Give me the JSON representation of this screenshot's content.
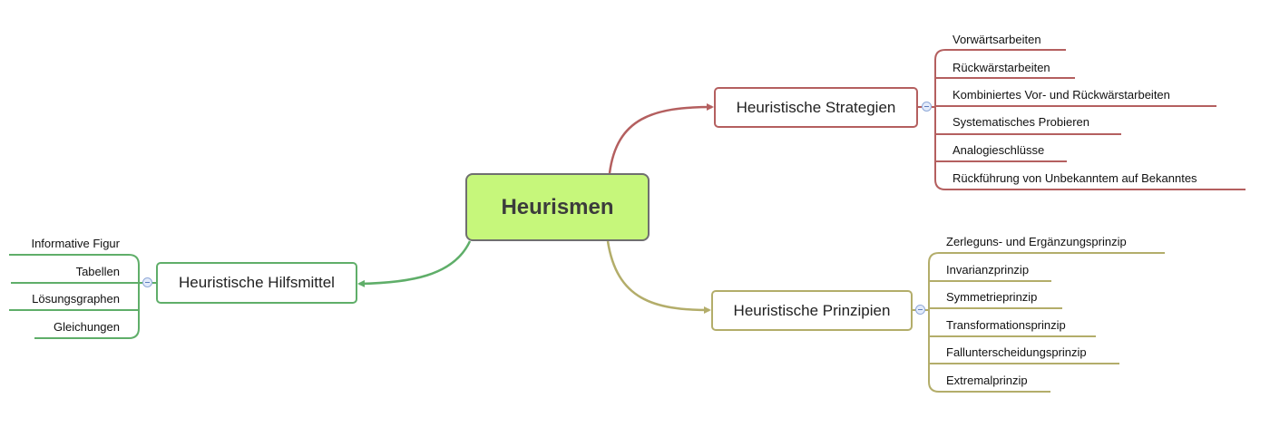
{
  "central": {
    "label": "Heurismen",
    "color": "#c6f77b"
  },
  "branches": [
    {
      "id": "strategien",
      "label": "Heuristische Strategien",
      "color": "#b45f5f",
      "children": [
        "Vorwärtsarbeiten",
        "Rückwärstarbeiten",
        "Kombiniertes Vor- und Rückwärstarbeiten",
        "Systematisches Probieren",
        "Analogieschlüsse",
        "Rückführung von Unbekanntem auf Bekanntes"
      ]
    },
    {
      "id": "prinzipien",
      "label": "Heuristische Prinzipien",
      "color": "#b3ad6a",
      "children": [
        "Zerleguns- und Ergänzungsprinzip",
        "Invarianzprinzip",
        "Symmetrieprinzip",
        "Transformationsprinzip",
        "Fallunterscheidungsprinzip",
        "Extremalprinzip"
      ]
    },
    {
      "id": "hilfsmittel",
      "label": "Heuristische Hilfsmittel",
      "color": "#5fae69",
      "children": [
        "Informative Figur",
        "Tabellen",
        "Lösungsgraphen",
        "Gleichungen"
      ]
    }
  ],
  "icons": {
    "collapse": "collapse-minus-icon"
  }
}
